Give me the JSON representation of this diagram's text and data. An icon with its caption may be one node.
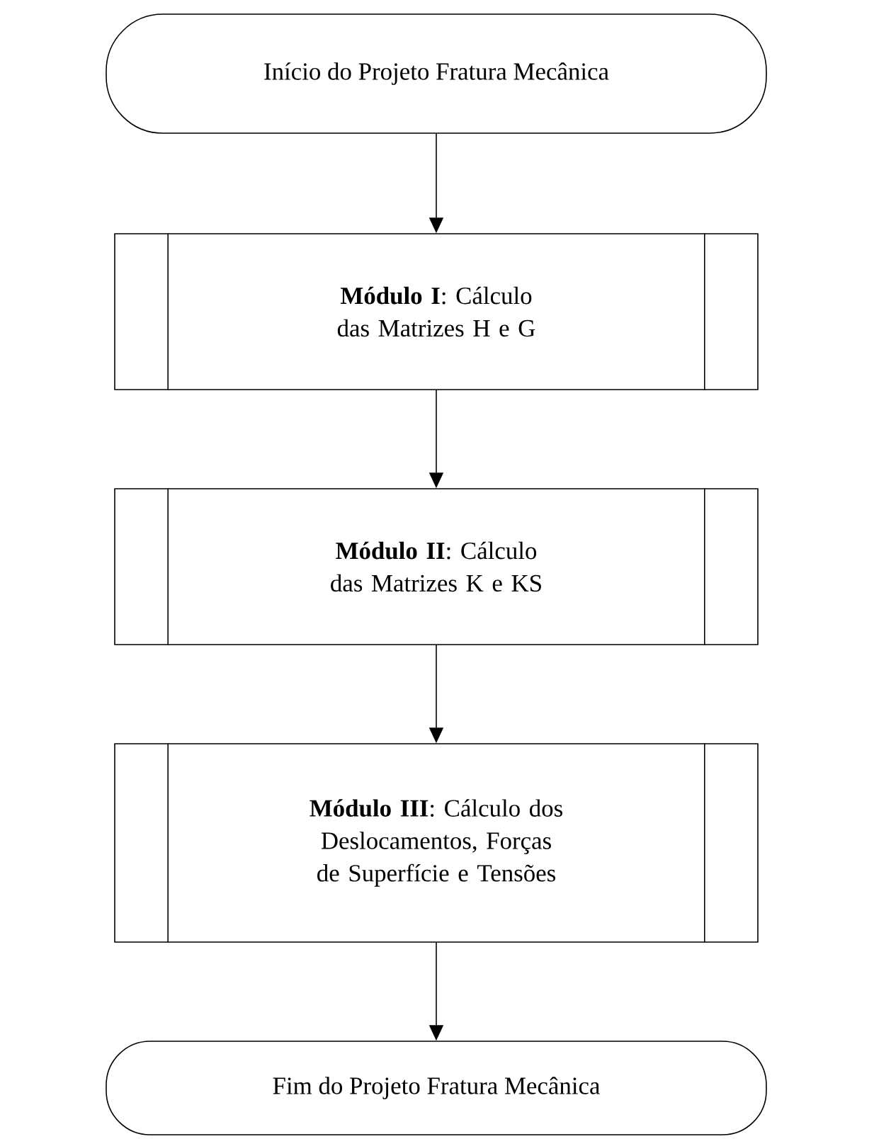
{
  "diagram": {
    "nodes": [
      {
        "text": [
          "Início do Projeto Fratura Mecânica"
        ]
      },
      {
        "text": [
          "**Módulo I**: Cálculo das Matrizes H e G"
        ]
      },
      {
        "text": [
          "**Módulo II**:  Cálculo das Matrizes K e KS"
        ]
      },
      {
        "text": [
          "**Módulo III**: Cálculo dos Deslocamentos, Forças de Superfície e Tensões"
        ]
      },
      {
        "text": [
          "Fim do Projeto Fratura Mecânica"
        ]
      }
    ],
    "edges": [
      {
        "from": 0,
        "to": 1,
        "arrow": "to"
      },
      {
        "from": 1,
        "to": 2,
        "arrow": "to"
      },
      {
        "from": 2,
        "to": 3,
        "arrow": "to"
      },
      {
        "from": 3,
        "to": 4,
        "arrow": "to"
      }
    ]
  }
}
